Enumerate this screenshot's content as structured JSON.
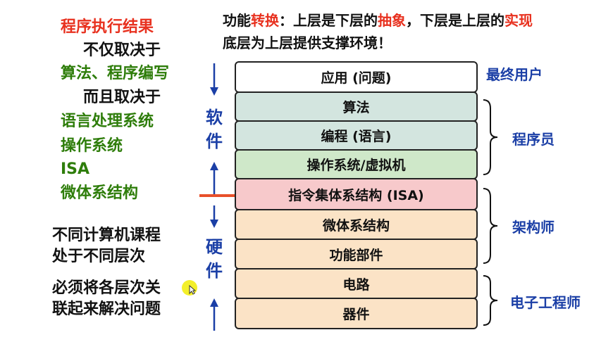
{
  "left_text": {
    "result": "程序执行结果",
    "not_only": "不仅取决于",
    "algo_program": "算法、程序编写",
    "but_also": "而且取决于",
    "lang_system": "语言处理系统",
    "os": "操作系统",
    "isa": "ISA",
    "micro": "微体系结构",
    "course_line1": "不同计算机课程",
    "course_line2": "处于不同层次",
    "must_line1": "必须将各层次关",
    "must_line2": "联起来解决问题"
  },
  "title": {
    "line1_a": "功能",
    "line1_b": "转换",
    "line1_c": "：上层是下层的",
    "line1_d": "抽象",
    "line1_e": "，下层是上层的",
    "line1_f": "实现",
    "line2": "底层为上层提供支撑环境！"
  },
  "layers": [
    {
      "label": "应用 (问题)",
      "color": "#ffffff"
    },
    {
      "label": "算法",
      "color": "#d3e5df"
    },
    {
      "label": "编程 (语言)",
      "color": "#d3e5df"
    },
    {
      "label": "操作系统/虚拟机",
      "color": "#cfe8c9"
    },
    {
      "label": "指令集体系结构 (ISA)",
      "color": "#f7c9cb"
    },
    {
      "label": "微体系结构",
      "color": "#fbe3c6"
    },
    {
      "label": "功能部件",
      "color": "#fbe3c6"
    },
    {
      "label": "电路",
      "color": "#fbe3c6"
    },
    {
      "label": "器件",
      "color": "#fbe3c6"
    }
  ],
  "side": {
    "software_1": "软",
    "software_2": "件",
    "hardware_1": "硬",
    "hardware_2": "件"
  },
  "roles": {
    "end_user": "最终用户",
    "programmer": "程序员",
    "architect": "架构师",
    "ee": "电子工程师"
  },
  "colors": {
    "red": "#e8311f",
    "green": "#2e7d0a",
    "blue": "#1b3fa6",
    "divider": "#e8502a"
  }
}
